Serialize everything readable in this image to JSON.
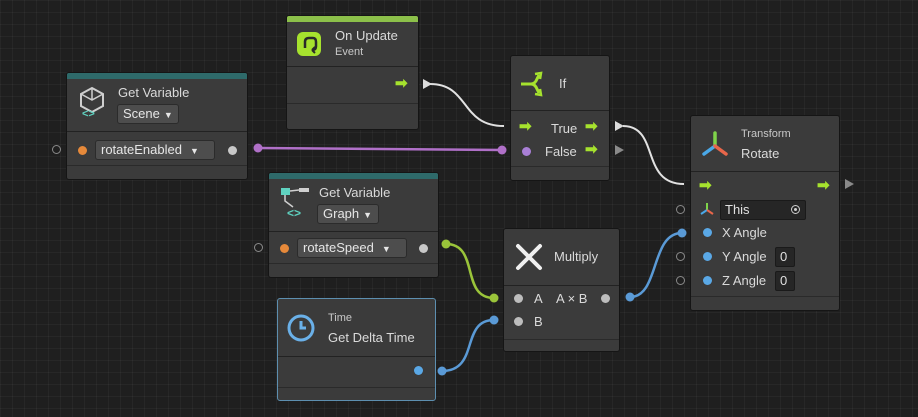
{
  "colors": {
    "background": "#1f1f1f",
    "node_body": "#3b3b3b",
    "object_stripe": "#2e6a6a",
    "event_stripe": "#8cc04a",
    "control_arrow": "#a6e22e",
    "bool_port": "#e6893a",
    "bool_wire": "#b070c8",
    "float_port": "#5aa8e6",
    "float_wire": "#5a9ad6",
    "selected_border": "#5d8fb0"
  },
  "nodes": {
    "on_update": {
      "title": "On Update",
      "subtitle": "Event",
      "icon": "loop-icon"
    },
    "get_var_scene": {
      "title": "Get Variable",
      "scope": "Scene",
      "variable": "rotateEnabled",
      "icon": "unity-cube-icon"
    },
    "if_node": {
      "title": "If",
      "true_label": "True",
      "false_label": "False",
      "icon": "branch-icon"
    },
    "transform_rotate": {
      "category": "Transform",
      "title": "Rotate",
      "icon": "transform-axes-icon",
      "target_value": "This",
      "x_label": "X Angle",
      "y_label": "Y Angle",
      "y_value": "0",
      "z_label": "Z Angle",
      "z_value": "0"
    },
    "get_var_graph": {
      "title": "Get Variable",
      "scope": "Graph",
      "variable": "rotateSpeed",
      "icon": "graph-variable-icon"
    },
    "multiply": {
      "title": "Multiply",
      "a_label": "A",
      "b_label": "B",
      "result_label": "A × B",
      "icon": "multiply-icon"
    },
    "time": {
      "category": "Time",
      "title": "Get Delta Time",
      "icon": "clock-icon"
    }
  }
}
